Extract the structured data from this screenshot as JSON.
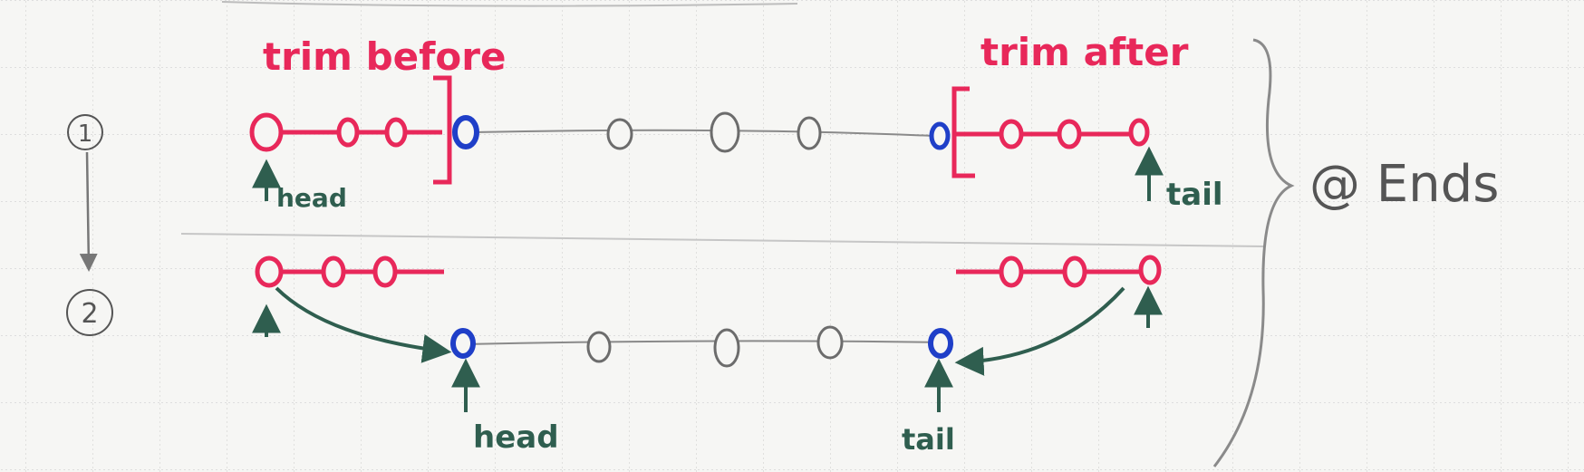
{
  "labels": {
    "trim_before": "trim before",
    "trim_after": "trim after",
    "step_1": "1",
    "step_2": "2",
    "head_top": "head",
    "tail_top": "tail",
    "head_bottom": "head",
    "tail_bottom": "tail",
    "bracket_note": "@ Ends"
  },
  "colors": {
    "trimmed": "#e8285a",
    "boundary": "#1f3fc8",
    "kept": "#6c6c6c",
    "pointer": "#2f5e4f",
    "note": "#555555"
  }
}
